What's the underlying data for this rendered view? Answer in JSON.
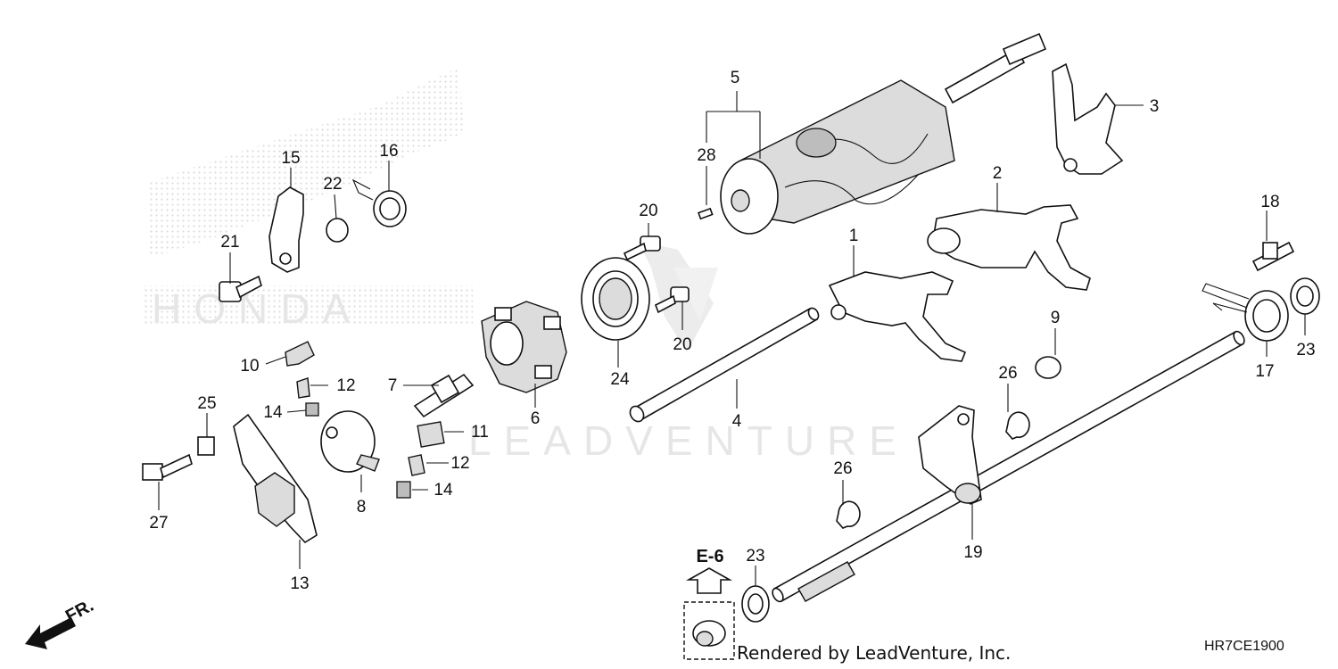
{
  "callouts": {
    "p1": "1",
    "p2": "2",
    "p3": "3",
    "p4": "4",
    "p5": "5",
    "p6": "6",
    "p7": "7",
    "p8": "8",
    "p9": "9",
    "p10": "10",
    "p11": "11",
    "p12a": "12",
    "p12b": "12",
    "p13": "13",
    "p14a": "14",
    "p14b": "14",
    "p15": "15",
    "p16": "16",
    "p17": "17",
    "p18": "18",
    "p19": "19",
    "p20a": "20",
    "p20b": "20",
    "p21": "21",
    "p22": "22",
    "p23a": "23",
    "p23b": "23",
    "p24": "24",
    "p25": "25",
    "p26a": "26",
    "p26b": "26",
    "p27": "27",
    "p28": "28"
  },
  "reference": {
    "label": "E-6"
  },
  "direction": {
    "label": "FR."
  },
  "watermark": {
    "brand": "HONDA",
    "text": "LEADVENTURE"
  },
  "footer": {
    "credit": "Rendered by LeadVenture, Inc.",
    "diagram_code": "HR7CE1900"
  },
  "colors": {
    "line": "#111111",
    "watermark": "#e6e6e6",
    "fill_light": "#dcdcdc",
    "fill_mid": "#bdbdbd"
  }
}
